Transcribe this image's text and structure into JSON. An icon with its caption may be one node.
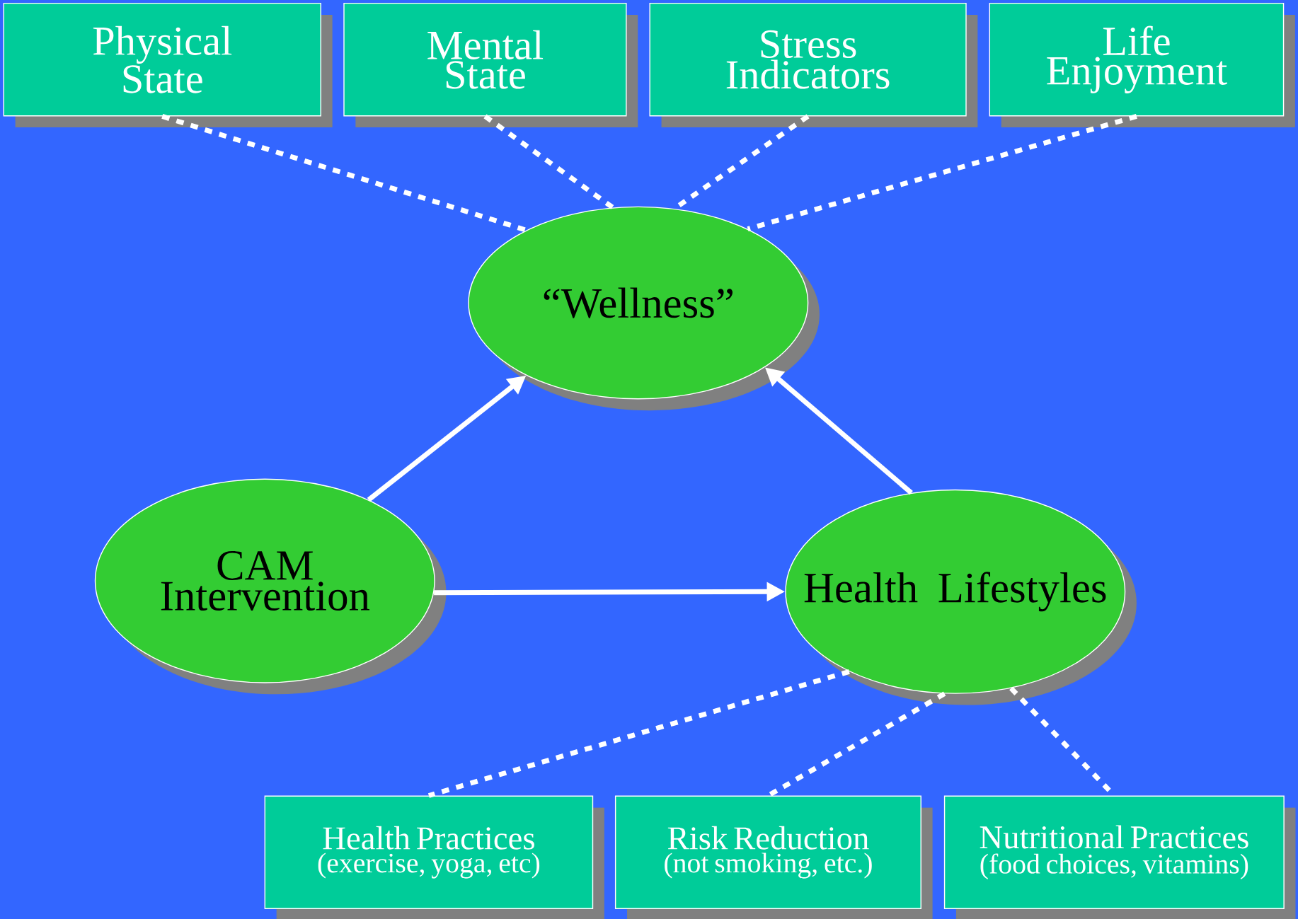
{
  "diagram": {
    "nodes": [
      {
        "text": [
          "Physical State"
        ]
      },
      {
        "text": [
          "Mental State"
        ]
      },
      {
        "text": [
          "Stress Indicators"
        ]
      },
      {
        "text": [
          "Life Enjoyment"
        ]
      },
      {
        "text": [
          "“Wellness”"
        ]
      },
      {
        "text": [
          "CAM Intervention"
        ]
      },
      {
        "text": [
          "Health Lifestyles"
        ]
      },
      {
        "text": [
          "Health Practices",
          "(exercise, yoga, etc)"
        ]
      },
      {
        "text": [
          "Risk Reduction",
          "(not smoking, etc.)"
        ]
      },
      {
        "text": [
          "Nutritional Practices",
          "(food choices, vitamins)"
        ]
      }
    ],
    "edges": [
      {
        "from": 0,
        "to": 4,
        "arrow": "none",
        "style": "dashed"
      },
      {
        "from": 1,
        "to": 4,
        "arrow": "none",
        "style": "dashed"
      },
      {
        "from": 2,
        "to": 4,
        "arrow": "none",
        "style": "dashed"
      },
      {
        "from": 3,
        "to": 4,
        "arrow": "none",
        "style": "dashed"
      },
      {
        "from": 5,
        "to": 4,
        "arrow": "to"
      },
      {
        "from": 6,
        "to": 4,
        "arrow": "to"
      },
      {
        "from": 5,
        "to": 6,
        "arrow": "to"
      },
      {
        "from": 6,
        "to": 7,
        "arrow": "none",
        "style": "dashed"
      },
      {
        "from": 6,
        "to": 8,
        "arrow": "none",
        "style": "dashed"
      },
      {
        "from": 6,
        "to": 9,
        "arrow": "none",
        "style": "dashed"
      }
    ]
  }
}
